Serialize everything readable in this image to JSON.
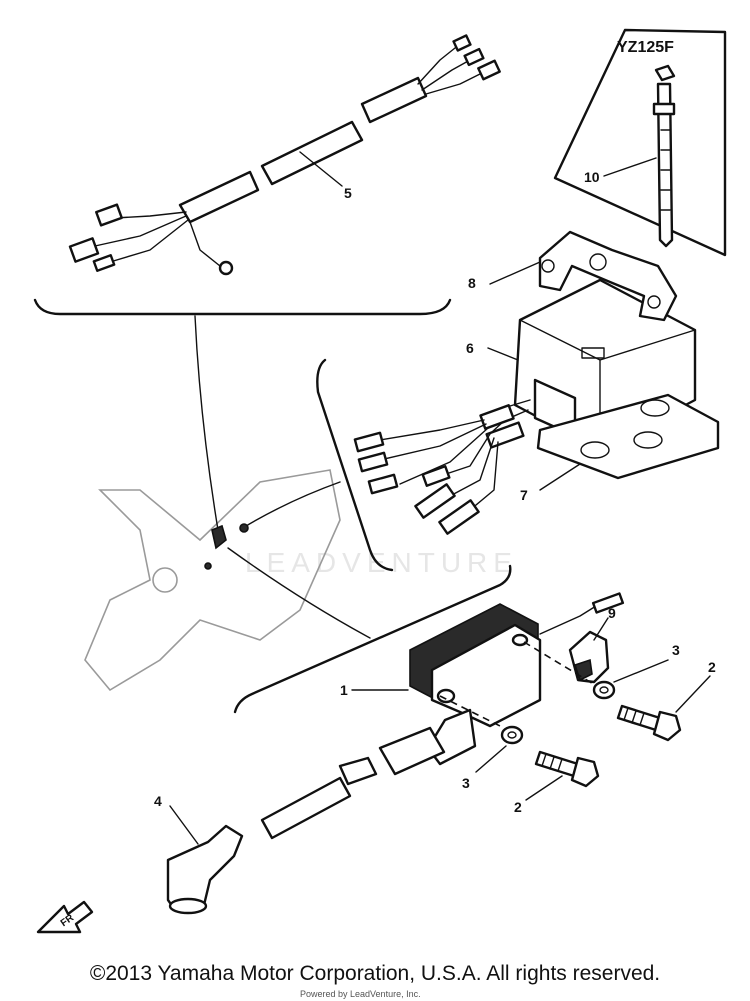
{
  "inset": {
    "model": "YZ125F"
  },
  "callouts": {
    "c1": "1",
    "c2a": "2",
    "c2b": "2",
    "c3a": "3",
    "c3b": "3",
    "c4": "4",
    "c5": "5",
    "c6": "6",
    "c7": "7",
    "c8": "8",
    "c9": "9",
    "c10": "10"
  },
  "front_arrow": "FR",
  "watermark": "LEADVENTURE",
  "footer": {
    "copyright": "©2013 Yamaha Motor Corporation, U.S.A. All rights reserved.",
    "powered_by": "Powered by LeadVenture, Inc."
  }
}
